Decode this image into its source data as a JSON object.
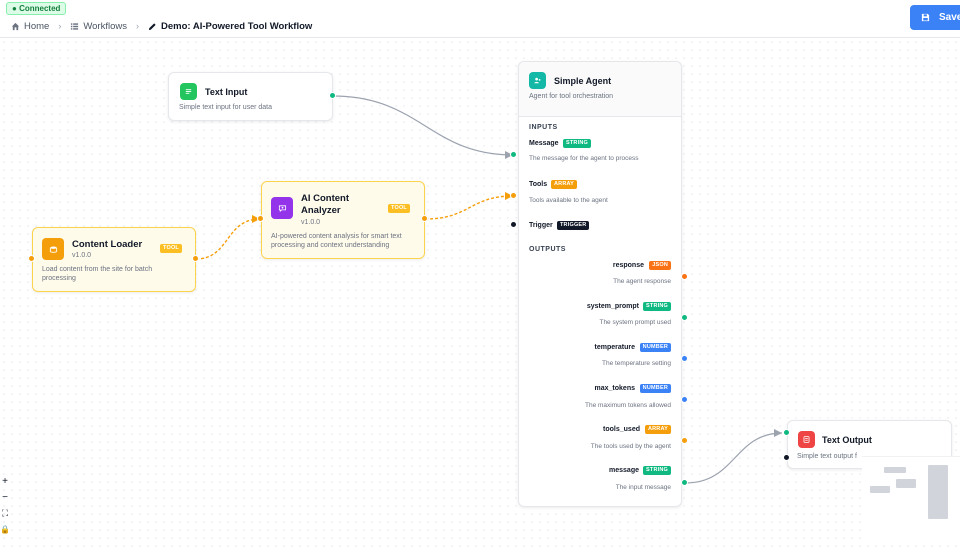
{
  "status": {
    "connected_label": "Connected"
  },
  "breadcrumb": {
    "home": "Home",
    "workflows": "Workflows",
    "current": "Demo: AI-Powered Tool Workflow"
  },
  "toolbar": {
    "save_label": "Save"
  },
  "nodes": {
    "text_input": {
      "title": "Text Input",
      "desc": "Simple text input for user data",
      "icon": "text-lines-icon",
      "color": "#22c55e"
    },
    "content_loader": {
      "title": "Content Loader",
      "version": "v1.0.0",
      "tag": "TOOL",
      "desc": "Load content from the site for batch processing",
      "icon": "loader-icon",
      "color": "#f59e0b"
    },
    "ai_analyzer": {
      "title": "AI Content Analyzer",
      "version": "v1.0.0",
      "tag": "TOOL",
      "desc": "AI-powered content analysis for smart text processing and context understanding",
      "icon": "chat-analyze-icon",
      "color": "#9333ea"
    },
    "simple_agent": {
      "title": "Simple Agent",
      "desc": "Agent for tool orchestration",
      "icon": "agent-icon",
      "color": "#14b8a6",
      "inputs_label": "INPUTS",
      "outputs_label": "OUTPUTS",
      "inputs": [
        {
          "name": "Message",
          "type": "STRING",
          "desc": "The message for the agent to process"
        },
        {
          "name": "Tools",
          "type": "ARRAY",
          "desc": "Tools available to the agent"
        },
        {
          "name": "Trigger",
          "type": "TRIGGER",
          "desc": ""
        }
      ],
      "outputs": [
        {
          "name": "response",
          "type": "JSON",
          "desc": "The agent response"
        },
        {
          "name": "system_prompt",
          "type": "STRING",
          "desc": "The system prompt used"
        },
        {
          "name": "temperature",
          "type": "NUMBER",
          "desc": "The temperature setting"
        },
        {
          "name": "max_tokens",
          "type": "NUMBER",
          "desc": "The maximum tokens allowed"
        },
        {
          "name": "tools_used",
          "type": "ARRAY",
          "desc": "The tools used by the agent"
        },
        {
          "name": "message",
          "type": "STRING",
          "desc": "The input message"
        }
      ]
    },
    "text_output": {
      "title": "Text Output",
      "desc": "Simple text output f",
      "icon": "output-icon",
      "color": "#ef4444"
    }
  },
  "controls": [
    "+",
    "−",
    "⛶",
    "🔒"
  ],
  "colors": {
    "string": "#10b981",
    "array": "#f59e0b",
    "number": "#3b82f6",
    "json": "#f97316",
    "trigger": "#111827",
    "accent": "#3b82f6"
  }
}
